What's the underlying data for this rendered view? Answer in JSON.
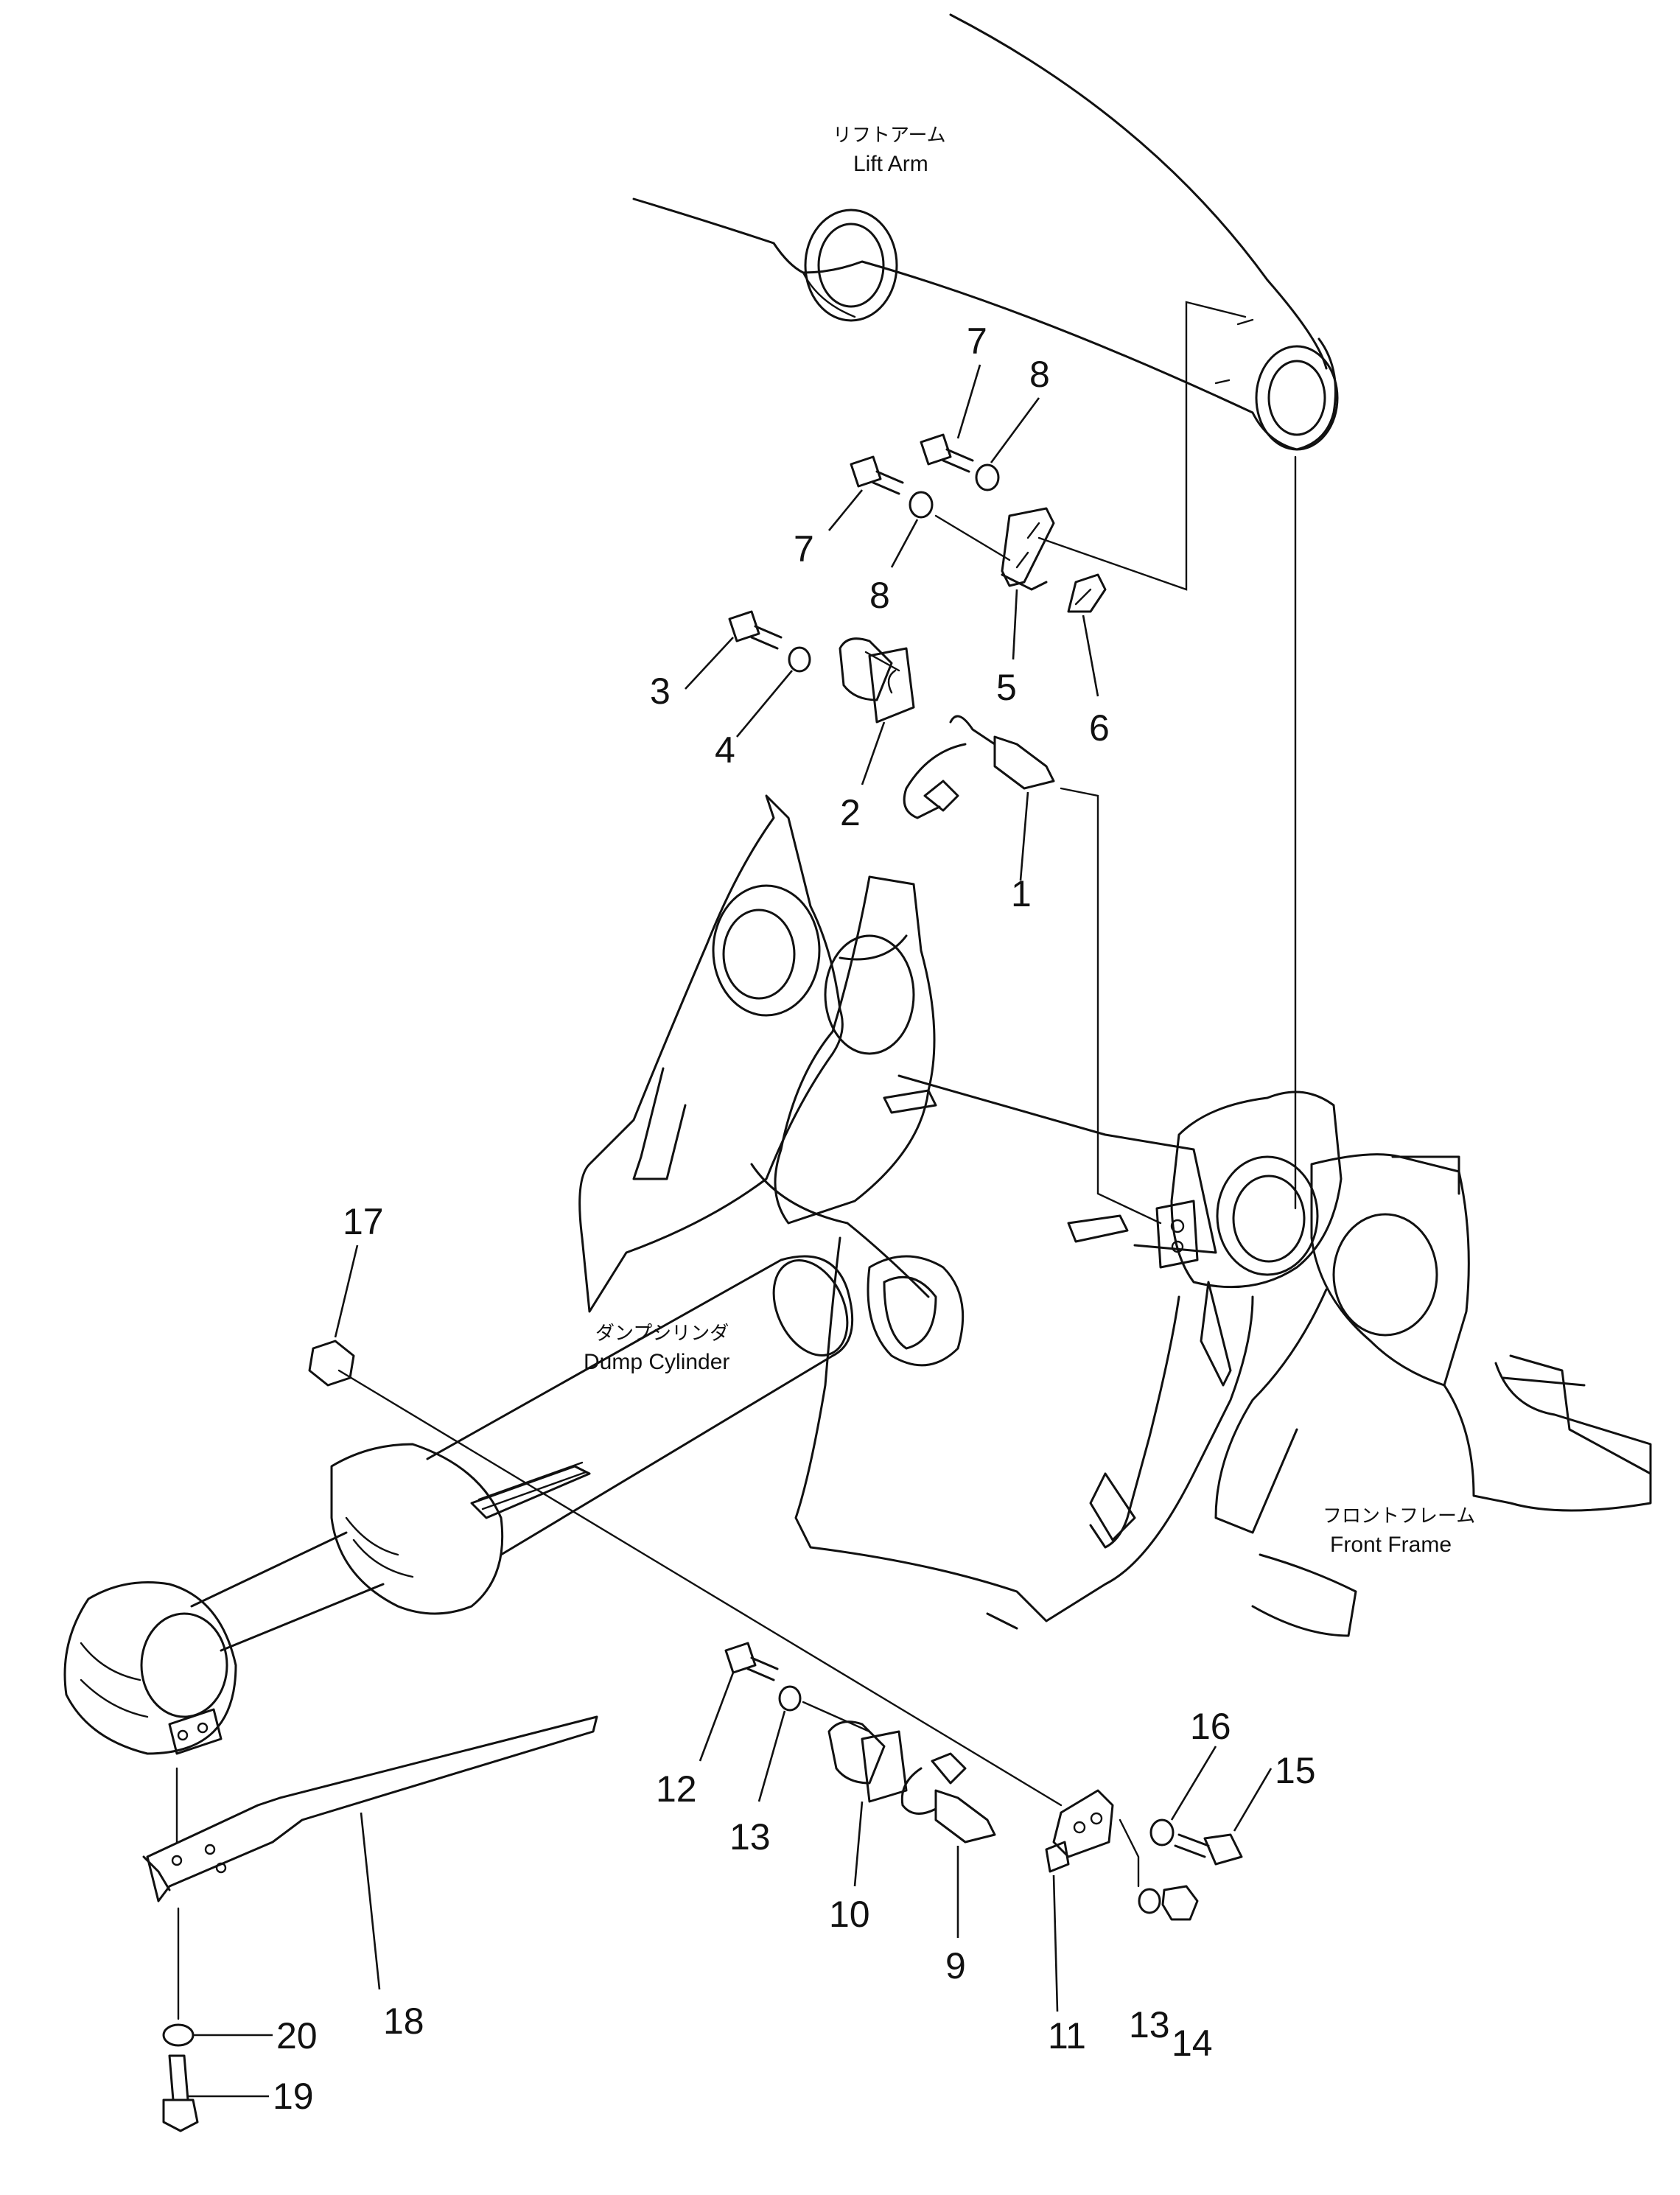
{
  "captions": {
    "lift_arm_jp": "リフトアーム",
    "lift_arm_en": "Lift Arm",
    "dump_cylinder_jp": "ダンプシリンダ",
    "dump_cylinder_en": "Dump Cylinder",
    "front_frame_jp": "フロントフレーム",
    "front_frame_en": "Front Frame"
  },
  "callouts": {
    "c1": "1",
    "c2": "2",
    "c3": "3",
    "c4": "4",
    "c5": "5",
    "c6": "6",
    "c7a": "7",
    "c7b": "7",
    "c8a": "8",
    "c8b": "8",
    "c9": "9",
    "c10": "10",
    "c11": "11",
    "c12": "12",
    "c13a": "13",
    "c13b": "13",
    "c14": "14",
    "c15": "15",
    "c16": "16",
    "c17": "17",
    "c18": "18",
    "c19": "19",
    "c20": "20"
  }
}
